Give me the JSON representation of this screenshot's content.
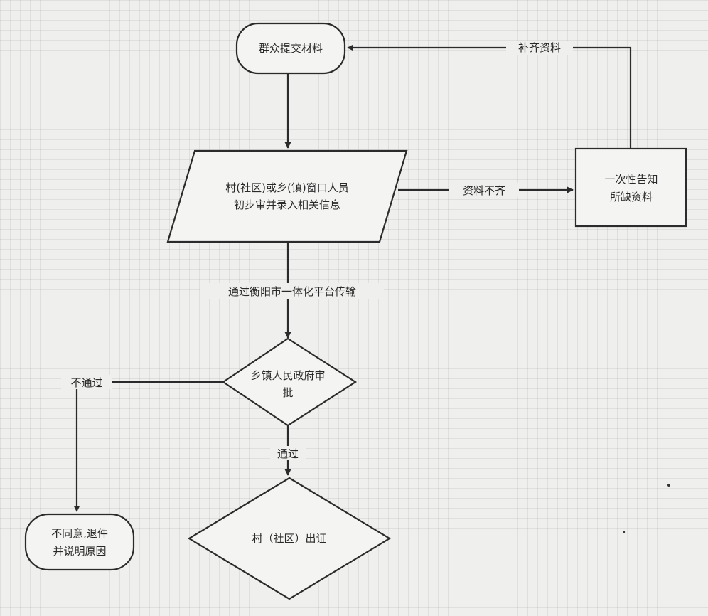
{
  "nodes": {
    "submit": "群众提交材料",
    "initial_review_line1": "村(社区)或乡(镇)窗口人员",
    "initial_review_line2": "初步审并录入相关信息",
    "notify_line1": "一次性告知",
    "notify_line2": "所缺资料",
    "township_review_line1": "乡镇人民政府审",
    "township_review_line2": "批",
    "reject_line1": "不同意,退件",
    "reject_line2": "并说明原因",
    "issue": "村（社区）出证"
  },
  "edges": {
    "supplement": "补齐资料",
    "incomplete": "资料不齐",
    "transmit": "通过衡阳市一体化平台传输",
    "fail": "不通过",
    "pass": "通过"
  }
}
